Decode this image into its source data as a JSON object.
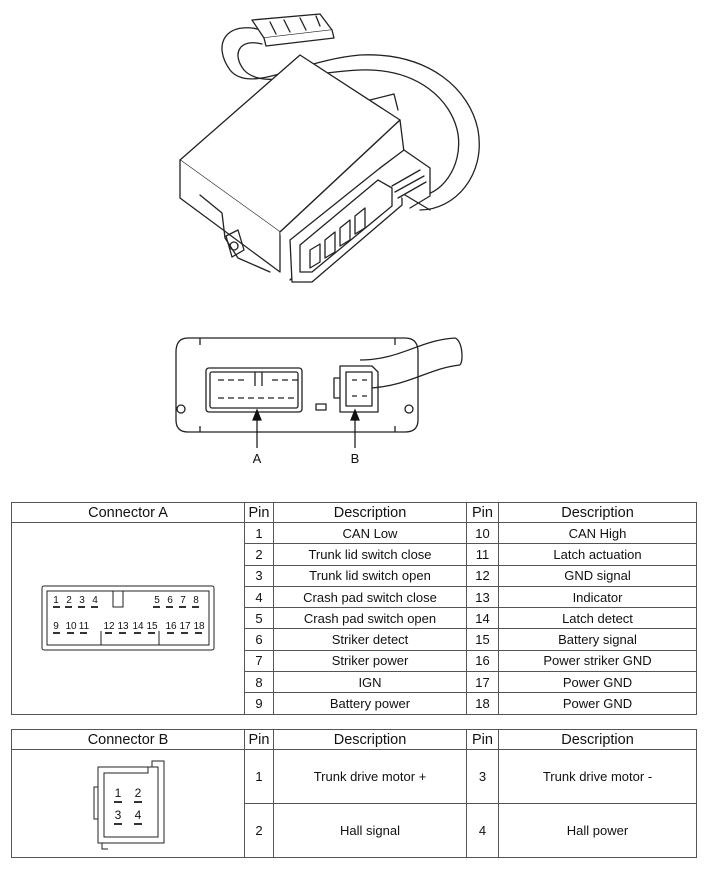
{
  "labels": {
    "a": "A",
    "b": "B"
  },
  "connector_a": {
    "header": {
      "connector": "Connector A",
      "pin": "Pin",
      "description": "Description"
    },
    "rows": [
      {
        "pin_l": "1",
        "desc_l": "CAN Low",
        "pin_r": "10",
        "desc_r": "CAN High"
      },
      {
        "pin_l": "2",
        "desc_l": "Trunk lid switch close",
        "pin_r": "11",
        "desc_r": "Latch actuation"
      },
      {
        "pin_l": "3",
        "desc_l": "Trunk lid switch open",
        "pin_r": "12",
        "desc_r": "GND signal"
      },
      {
        "pin_l": "4",
        "desc_l": "Crash pad switch close",
        "pin_r": "13",
        "desc_r": "Indicator"
      },
      {
        "pin_l": "5",
        "desc_l": "Crash pad switch open",
        "pin_r": "14",
        "desc_r": "Latch detect"
      },
      {
        "pin_l": "6",
        "desc_l": "Striker detect",
        "pin_r": "15",
        "desc_r": "Battery signal"
      },
      {
        "pin_l": "7",
        "desc_l": "Striker power",
        "pin_r": "16",
        "desc_r": "Power striker GND"
      },
      {
        "pin_l": "8",
        "desc_l": "IGN",
        "pin_r": "17",
        "desc_r": "Power GND"
      },
      {
        "pin_l": "9",
        "desc_l": "Battery power",
        "pin_r": "18",
        "desc_r": "Power GND"
      }
    ],
    "face_pins": [
      "1",
      "2",
      "3",
      "4",
      "5",
      "6",
      "7",
      "8",
      "9",
      "10",
      "11",
      "12",
      "13",
      "14",
      "15",
      "16",
      "17",
      "18"
    ]
  },
  "connector_b": {
    "header": {
      "connector": "Connector B",
      "pin": "Pin",
      "description": "Description"
    },
    "rows": [
      {
        "pin_l": "1",
        "desc_l": "Trunk drive motor +",
        "pin_r": "3",
        "desc_r": "Trunk drive motor -"
      },
      {
        "pin_l": "2",
        "desc_l": "Hall signal",
        "pin_r": "4",
        "desc_r": "Hall power"
      }
    ],
    "face_pins": [
      "1",
      "2",
      "3",
      "4"
    ]
  }
}
